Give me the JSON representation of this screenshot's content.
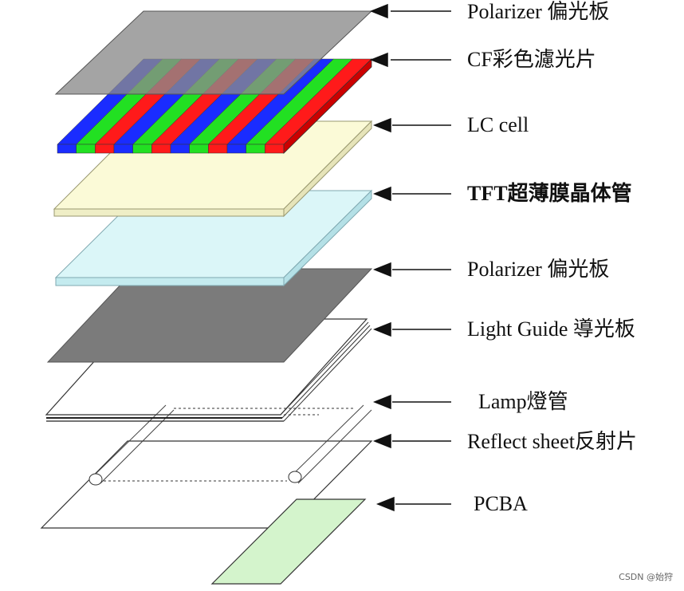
{
  "labels": {
    "polarizer_top": "Polarizer 偏光板",
    "cf": "CF彩色濾光片",
    "lc_cell": "LC cell",
    "tft": "TFT超薄膜晶体管",
    "polarizer_bottom": "Polarizer 偏光板",
    "light_guide": "Light Guide 導光板",
    "lamp": "Lamp燈管",
    "reflect_sheet": "Reflect sheet反射片",
    "pcba": "PCBA"
  },
  "watermark": "CSDN @始狩",
  "colors": {
    "polarizer_gray": "#8a8a8a",
    "polarizer_dark": "#7a7a7a",
    "cf_red": "#ff1a1a",
    "cf_green": "#22e022",
    "cf_blue": "#1a2cff",
    "tft_fill": "#fbfad7",
    "lc_fill": "#dbf6f8",
    "pcba_fill": "#d4f4cc"
  },
  "cf_stripe_sequence": [
    "blue",
    "green",
    "red"
  ]
}
